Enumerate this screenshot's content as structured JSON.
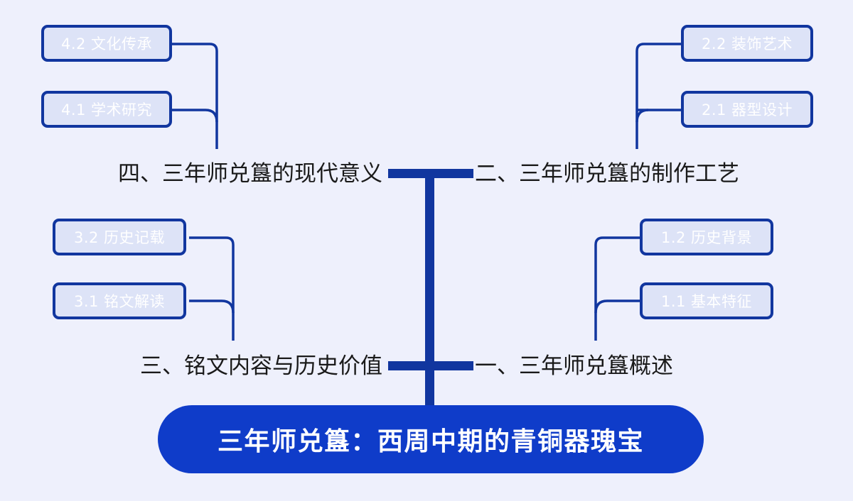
{
  "diagram": {
    "type": "mindmap",
    "background_color": "#eef0fc",
    "accent_color": "#11369f",
    "root_color": "#0f3cc9",
    "leaf_fill_color": "#dde3f7",
    "leaf_text_color": "#ffffff",
    "branch_text_color": "#1a1a1a"
  },
  "root": {
    "label": "三年师兑簋：西周中期的青铜器瑰宝"
  },
  "branches": {
    "b1": {
      "label": "一、三年师兑簋概述",
      "side": "right",
      "leaves": [
        {
          "label": "1.2 历史背景"
        },
        {
          "label": "1.1 基本特征"
        }
      ]
    },
    "b2": {
      "label": "二、三年师兑簋的制作工艺",
      "side": "right",
      "leaves": [
        {
          "label": "2.2 装饰艺术"
        },
        {
          "label": "2.1 器型设计"
        }
      ]
    },
    "b3": {
      "label": "三、铭文内容与历史价值",
      "side": "left",
      "leaves": [
        {
          "label": "3.2 历史记载"
        },
        {
          "label": "3.1 铭文解读"
        }
      ]
    },
    "b4": {
      "label": "四、三年师兑簋的现代意义",
      "side": "left",
      "leaves": [
        {
          "label": "4.2 文化传承"
        },
        {
          "label": "4.1 学术研究"
        }
      ]
    }
  }
}
